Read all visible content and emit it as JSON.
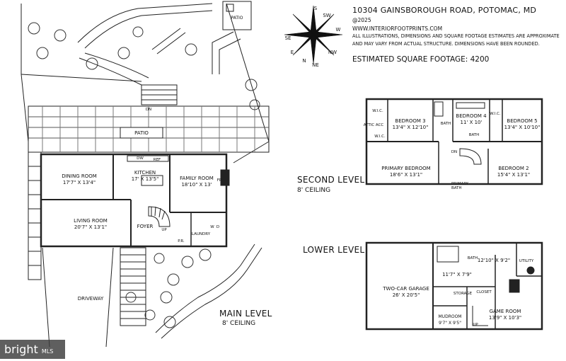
{
  "header": {
    "address": "10304 GAINSBOROUGH ROAD, POTOMAC, MD",
    "copyright": "@2025",
    "website": "WWW.INTERIORFOOTPRINTS.COM",
    "disclaimer": "ALL ILLUSTRATIONS, DIMENSIONS AND SQUARE FOOTAGE ESTIMATES ARE APPROXIMATE AND MAY VARY FROM ACTUAL STRUCTURE. DIMENSIONS HAVE BEEN ROUNDED.",
    "square_footage": "ESTIMATED SQUARE FOOTAGE: 4200"
  },
  "compass": {
    "n": "N",
    "s": "S",
    "e": "E",
    "w": "W",
    "ne": "NE",
    "nw": "NW",
    "se": "SE",
    "sw": "SW"
  },
  "main_level": {
    "title": "MAIN LEVEL",
    "ceiling": "8' CEILING",
    "rooms": [
      {
        "name": "DINING ROOM",
        "dim": "17'7\" X 13'4\""
      },
      {
        "name": "KITCHEN",
        "dim": "17' X 13'5\""
      },
      {
        "name": "FAMILY ROOM",
        "dim": "18'10\" X 13'"
      },
      {
        "name": "LIVING ROOM",
        "dim": "20'7\" X 13'1\""
      },
      {
        "name": "FOYER",
        "dim": ""
      }
    ],
    "labels": {
      "patio": "PATIO",
      "patio_top": "PATIO",
      "driveway": "DRIVEWAY",
      "laundry": "LAUNDRY",
      "pr": "P.R.",
      "fp": "FP",
      "ref": "REF",
      "dw": "DW",
      "w": "W",
      "d": "D",
      "up": "UP",
      "dn": "DN"
    }
  },
  "second_level": {
    "title": "SECOND LEVEL",
    "ceiling": "8' CEILING",
    "rooms": [
      {
        "name": "BEDROOM 3",
        "dim": "13'4\" X 12'10\""
      },
      {
        "name": "BEDROOM 4",
        "dim": "11' X 10'"
      },
      {
        "name": "BEDROOM 5",
        "dim": "13'4\" X 10'10\""
      },
      {
        "name": "PRIMARY BEDROOM",
        "dim": "18'6\" X 13'1\""
      },
      {
        "name": "BEDROOM 2",
        "dim": "15'4\" X 13'1\""
      },
      {
        "name": "PRIMARY",
        "dim": "BATH"
      }
    ],
    "labels": {
      "wic1": "W.I.C.",
      "wic2": "W.I.C.",
      "wic3": "W.I.C.",
      "bath1": "BATH",
      "bath2": "BATH",
      "attic": "ATTIC ACC",
      "dn": "DN"
    }
  },
  "lower_level": {
    "title": "LOWER LEVEL",
    "rooms": [
      {
        "name": "TWO-CAR GARAGE",
        "dim": "26' X 20'5\""
      },
      {
        "name": "",
        "dim": "12'10\" X 9'2\""
      },
      {
        "name": "",
        "dim": "11'7\" X 7'9\""
      },
      {
        "name": "GAME ROOM",
        "dim": "13'9\" X 10'3\""
      },
      {
        "name": "MUDROOM",
        "dim": "9'7\" X 9'5\""
      }
    ],
    "labels": {
      "bath": "BATH",
      "utility": "UTILITY",
      "storage": "STORAGE",
      "closet": "CLOSET",
      "up": "UP"
    }
  },
  "brand": {
    "text": "bright",
    "suffix": "MLS"
  }
}
